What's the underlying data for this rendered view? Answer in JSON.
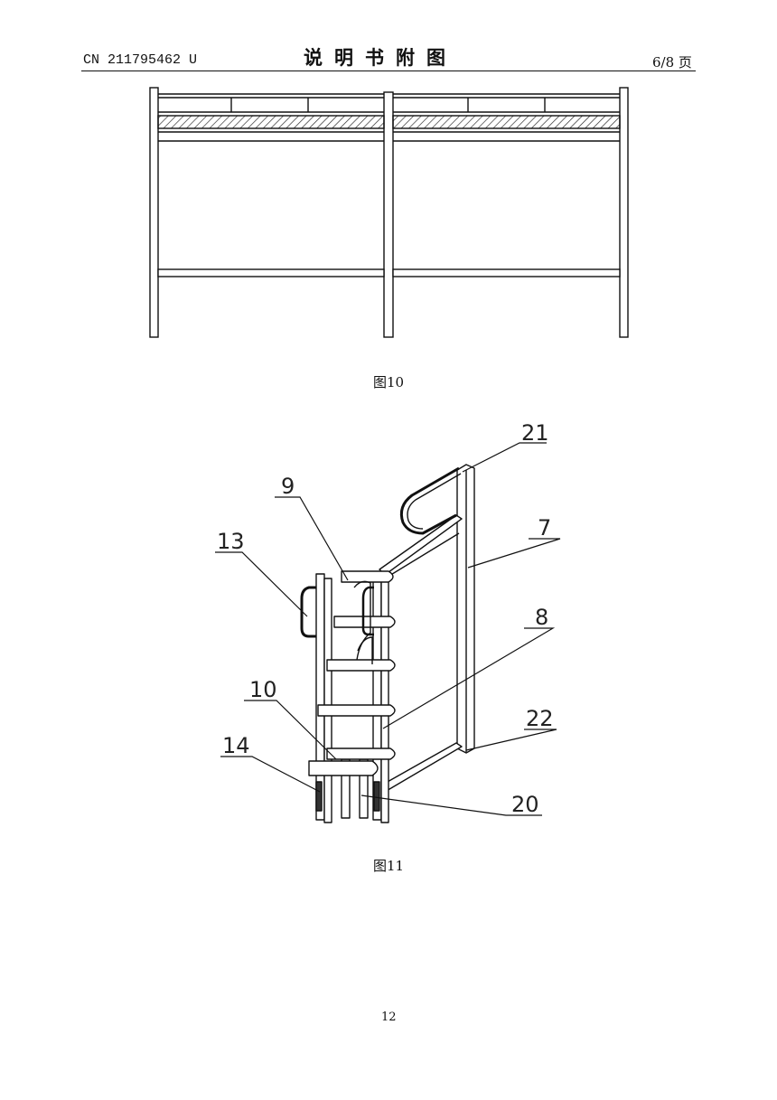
{
  "header": {
    "doc_number": "CN 211795462 U",
    "title": "说明书附图",
    "page_of": "6/8 页"
  },
  "figures": [
    {
      "caption": "图10"
    },
    {
      "caption": "图11",
      "labels": [
        "21",
        "9",
        "13",
        "7",
        "8",
        "10",
        "22",
        "14",
        "20"
      ]
    }
  ],
  "footer": {
    "page_number": "12"
  }
}
